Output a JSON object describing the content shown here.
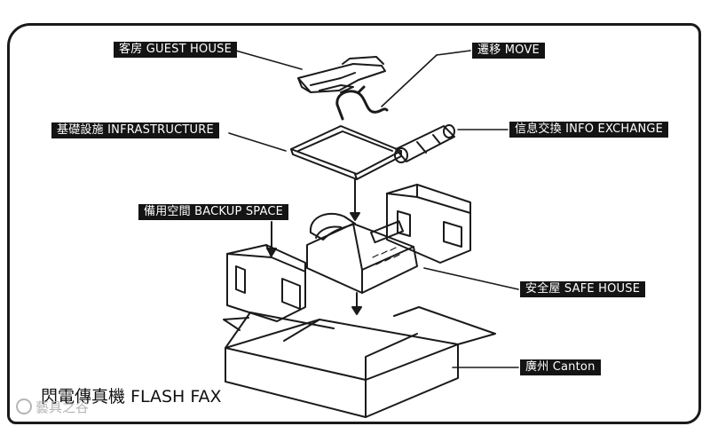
{
  "labels": {
    "guest_house": "客房 GUEST HOUSE",
    "move": "遷移 MOVE",
    "infrastructure": "基礎設施  INFRASTRUCTURE",
    "info_exchange": "信息交換 INFO EXCHANGE",
    "backup_space": "備用空間 BACKUP SPACE",
    "safe_house": "安全屋 SAFE HOUSE",
    "canton": "廣州 Canton"
  },
  "title": "閃電傳真機 FLASH FAX",
  "watermark": "藝具之谷",
  "colors": {
    "ink": "#1a1a1a",
    "label_bg": "#141414",
    "label_text": "#ffffff",
    "watermark": "#b5b5b5"
  }
}
